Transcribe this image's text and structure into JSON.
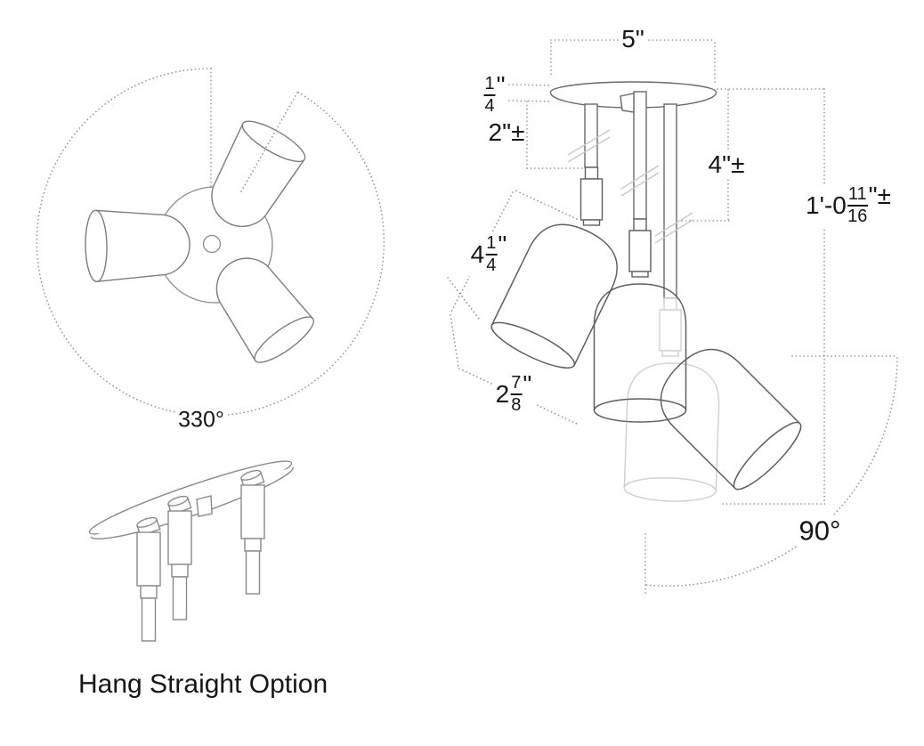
{
  "drawing": {
    "elevation": {
      "canopy_diameter": "5\"",
      "canopy_thickness": {
        "num": "1",
        "den": "4",
        "suffix": "\""
      },
      "stem_short": "2\"±",
      "stem_long": "4\"±",
      "overall_height": {
        "prefix": "1'-0",
        "num": "11",
        "den": "16",
        "suffix": "\"±"
      },
      "shade_height": {
        "prefix": "4",
        "num": "1",
        "den": "4",
        "suffix": "\""
      },
      "shade_diameter": {
        "prefix": "2",
        "num": "7",
        "den": "8",
        "suffix": "\""
      },
      "tilt_angle": "90°"
    },
    "top_view": {
      "rotation_angle": "330°"
    },
    "hang_straight": {
      "caption": "Hang Straight Option"
    }
  },
  "colors": {
    "background": "#ffffff",
    "line_dark": "#5f5f5f",
    "line_light": "#8a8a8a",
    "ghost": "#cfcfcf",
    "break_mark": "#c9c9c9",
    "dotted_dim": "#8f8f8f",
    "text": "#161616"
  }
}
